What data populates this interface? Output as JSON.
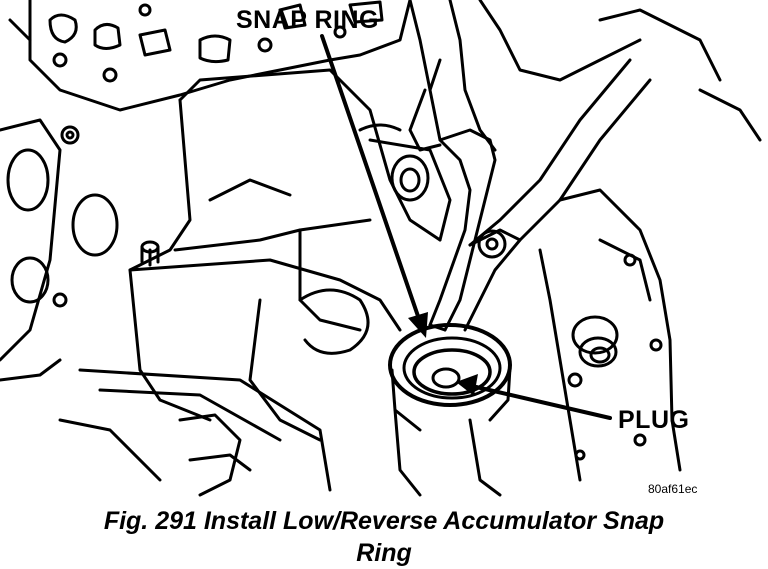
{
  "labels": {
    "snap_ring": "SNAP RING",
    "plug": "PLUG",
    "image_code": "80af61ec"
  },
  "caption": {
    "line1": "Fig. 291 Install Low/Reverse Accumulator Snap",
    "line2": "Ring"
  },
  "colors": {
    "ink": "#000000",
    "paper": "#ffffff"
  }
}
